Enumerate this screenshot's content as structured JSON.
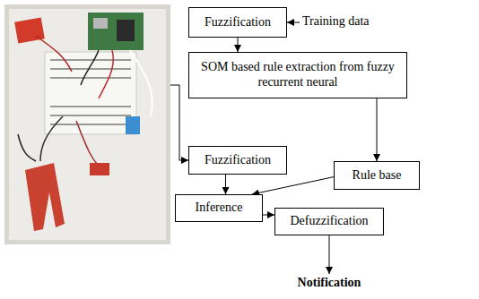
{
  "diagram": {
    "nodes": [
      {
        "text": [
          "Fuzzification"
        ]
      },
      {
        "text": [
          "SOM based rule extraction from fuzzy recurrent neural"
        ]
      },
      {
        "text": [
          "Fuzzification"
        ]
      },
      {
        "text": [
          "Rule base"
        ]
      },
      {
        "text": [
          "Inference"
        ]
      },
      {
        "text": [
          "Defuzzification"
        ]
      }
    ],
    "edges": [
      {
        "from": 0,
        "to": 1,
        "arrow": "to"
      },
      {
        "from": 1,
        "to": 3,
        "arrow": "to"
      },
      {
        "from": 2,
        "to": 4,
        "arrow": "to"
      },
      {
        "from": 3,
        "to": 4,
        "arrow": "to"
      },
      {
        "from": 4,
        "to": 5,
        "arrow": "to"
      }
    ],
    "labels": [
      "Training data",
      "Notification"
    ]
  }
}
